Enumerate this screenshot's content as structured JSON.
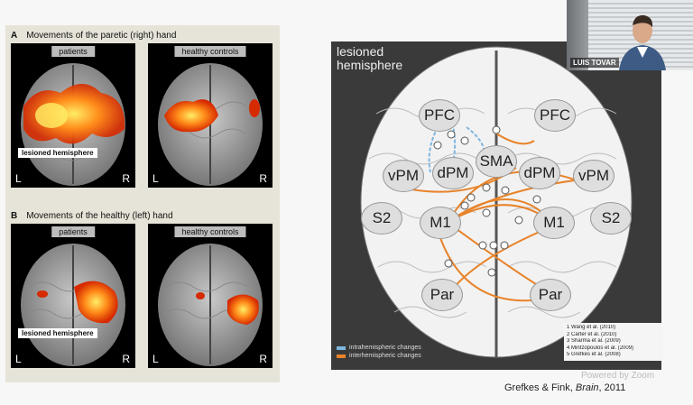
{
  "left_figure": {
    "panel_a": {
      "letter": "A",
      "title": "Movements of the paretic (right) hand",
      "left_box_label": "patients",
      "right_box_label": "healthy controls"
    },
    "panel_b": {
      "letter": "B",
      "title": "Movements of the healthy (left) hand",
      "left_box_label": "patients",
      "right_box_label": "healthy controls"
    },
    "lesion_tag": "lesioned hemisphere",
    "left_marker": "L",
    "right_marker": "R"
  },
  "diagram": {
    "title": "lesioned hemisphere",
    "nodes": {
      "pfc_left": "PFC",
      "pfc_right": "PFC",
      "vpm_left": "vPM",
      "dpm_left": "dPM",
      "sma": "SMA",
      "dpm_right": "dPM",
      "vpm_right": "vPM",
      "s2_left": "S2",
      "m1_left": "M1",
      "m1_right": "M1",
      "s2_right": "S2",
      "par_left": "Par",
      "par_right": "Par"
    },
    "references": [
      "1  Wang et al. (2010)",
      "2  Carter et al. (2010)",
      "3  Sharma et al. (2009)",
      "4  Mintzopoulos et al. (2009)",
      "5  Grefkes et al. (2008)"
    ],
    "legend": {
      "intra": "intrahemispheric changes",
      "inter": "interhemispheric changes"
    },
    "colors": {
      "intra": "#7fb6e0",
      "inter": "#e8832a"
    }
  },
  "citation": {
    "authors": "Grefkes & Fink, ",
    "journal": "Brain",
    "year": ", 2011"
  },
  "watermark": "Powered by Zoom",
  "webcam": {
    "speaker_name": "LUIS TOVAR"
  }
}
